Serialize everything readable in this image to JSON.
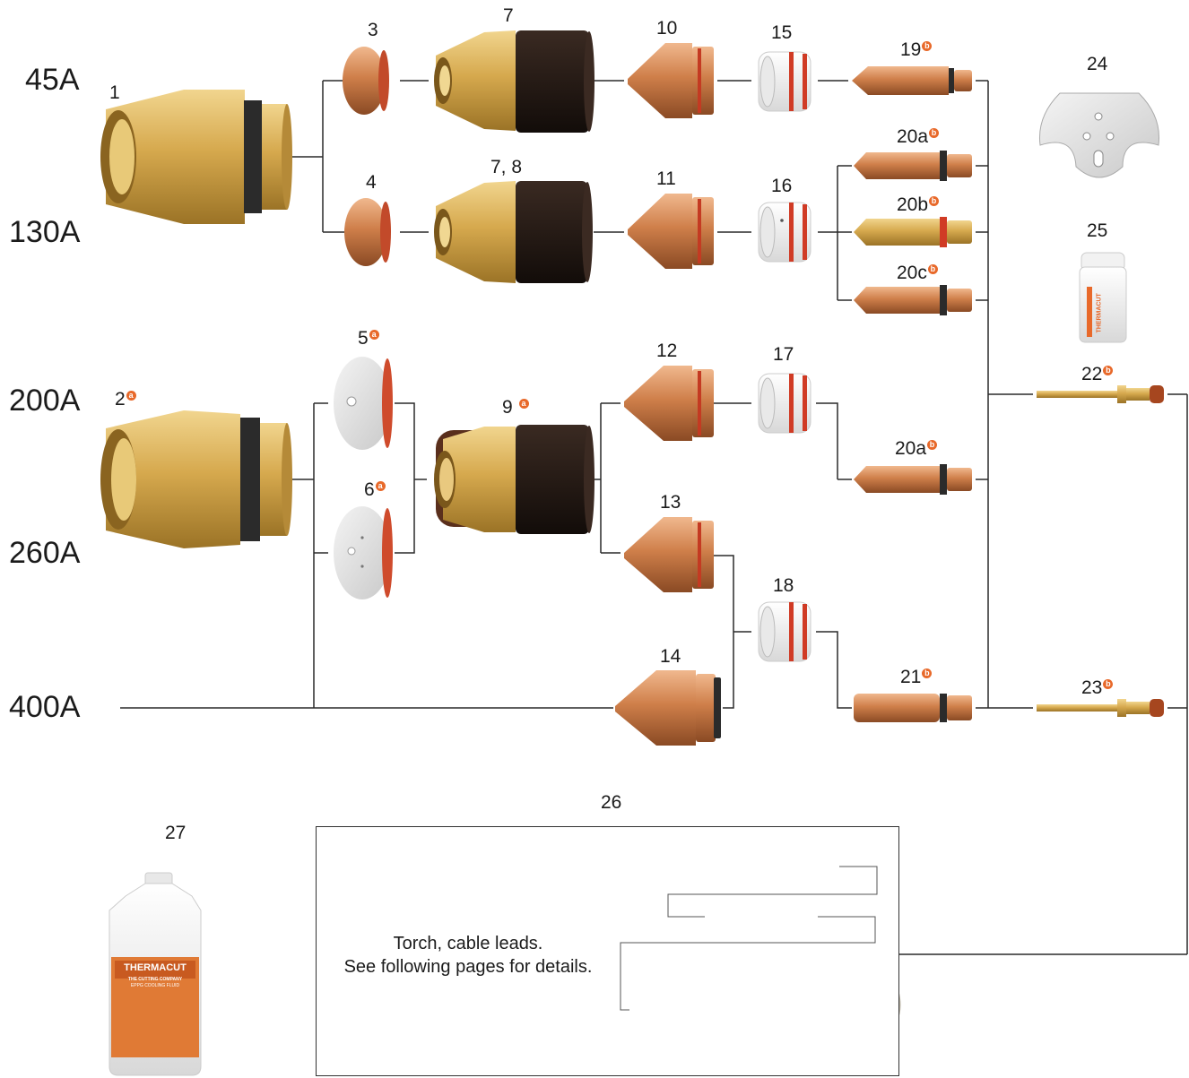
{
  "amperages": [
    "45A",
    "130A",
    "200A",
    "260A",
    "400A"
  ],
  "parts": {
    "p1": {
      "number": "1",
      "badge": ""
    },
    "p2": {
      "number": "2",
      "badge": "a"
    },
    "p3": {
      "number": "3",
      "badge": ""
    },
    "p4": {
      "number": "4",
      "badge": ""
    },
    "p5": {
      "number": "5",
      "badge": "a"
    },
    "p6": {
      "number": "6",
      "badge": "a"
    },
    "p7": {
      "number": "7",
      "badge": ""
    },
    "p78": {
      "number": "7, 8",
      "badge": ""
    },
    "p9": {
      "number": "9",
      "badge": "a"
    },
    "p10": {
      "number": "10",
      "badge": ""
    },
    "p11": {
      "number": "11",
      "badge": ""
    },
    "p12": {
      "number": "12",
      "badge": ""
    },
    "p13": {
      "number": "13",
      "badge": ""
    },
    "p14": {
      "number": "14",
      "badge": ""
    },
    "p15": {
      "number": "15",
      "badge": ""
    },
    "p16": {
      "number": "16",
      "badge": ""
    },
    "p17": {
      "number": "17",
      "badge": ""
    },
    "p18": {
      "number": "18",
      "badge": ""
    },
    "p19": {
      "number": "19",
      "badge": "b"
    },
    "p20a_top": {
      "number": "20a",
      "badge": "b"
    },
    "p20b": {
      "number": "20b",
      "badge": "b"
    },
    "p20c": {
      "number": "20c",
      "badge": "b"
    },
    "p20a_mid": {
      "number": "20a",
      "badge": "b"
    },
    "p21": {
      "number": "21",
      "badge": "b"
    },
    "p22": {
      "number": "22",
      "badge": "b"
    },
    "p23": {
      "number": "23",
      "badge": "b"
    },
    "p24": {
      "number": "24",
      "badge": ""
    },
    "p25": {
      "number": "25",
      "badge": ""
    },
    "p26": {
      "number": "26",
      "badge": ""
    },
    "p27": {
      "number": "27",
      "badge": ""
    }
  },
  "torch": {
    "line1": "Torch, cable leads.",
    "line2": "See following pages for details."
  },
  "brand": "THERMACUT",
  "brand_tagline": "THE CUTTING COMPANY",
  "fluid_label": "EPPG COOLING FLUID",
  "colors": {
    "brass": "#d8b25c",
    "copper": "#c87a45",
    "oring": "#d2472c",
    "badge": "#e8692a",
    "line": "#2a2a2a"
  }
}
